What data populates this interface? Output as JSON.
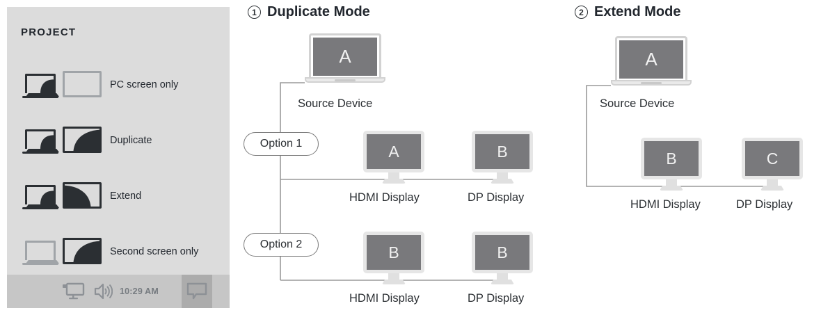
{
  "sidebar": {
    "title": "PROJECT",
    "items": [
      {
        "label": "PC screen only",
        "icon": "pc-screen-only-icon",
        "laptop_active": true,
        "monitor_active": false
      },
      {
        "label": "Duplicate",
        "icon": "duplicate-icon",
        "laptop_active": true,
        "monitor_active": true
      },
      {
        "label": "Extend",
        "icon": "extend-icon",
        "laptop_active": true,
        "monitor_active": true
      },
      {
        "label": "Second screen only",
        "icon": "second-screen-only-icon",
        "laptop_active": false,
        "monitor_active": true
      }
    ],
    "taskbar": {
      "display_icon": "display-icon",
      "sound_icon": "volume-icon",
      "time": "10:29 AM",
      "notification_icon": "notification-bubble-icon"
    },
    "colors": {
      "panel_bg": "#dcdcdc",
      "taskbar_bg": "#c6c6c6",
      "taskbar_active_bg": "#acacac",
      "icon_active": "#2b2f33",
      "icon_inactive": "#a0a4a8"
    }
  },
  "sections": [
    {
      "number": "1",
      "title": "Duplicate Mode",
      "source": {
        "label": "Source Device",
        "screen": "A"
      },
      "groups": [
        {
          "pill": "Option 1",
          "displays": [
            {
              "screen": "A",
              "caption": "HDMI Display"
            },
            {
              "screen": "B",
              "caption": "DP Display"
            }
          ]
        },
        {
          "pill": "Option 2",
          "displays": [
            {
              "screen": "B",
              "caption": "HDMI Display"
            },
            {
              "screen": "B",
              "caption": "DP Display"
            }
          ]
        }
      ]
    },
    {
      "number": "2",
      "title": "Extend Mode",
      "source": {
        "label": "Source Device",
        "screen": "A"
      },
      "groups": [
        {
          "pill": "",
          "displays": [
            {
              "screen": "B",
              "caption": "HDMI Display"
            },
            {
              "screen": "C",
              "caption": "DP Display"
            }
          ]
        }
      ]
    }
  ],
  "colors": {
    "screen_fill": "#79797c",
    "screen_text": "#f2f2f2",
    "bezel": "#e6e6e6",
    "wire": "#9a9a9a",
    "heading": "#22272e"
  }
}
